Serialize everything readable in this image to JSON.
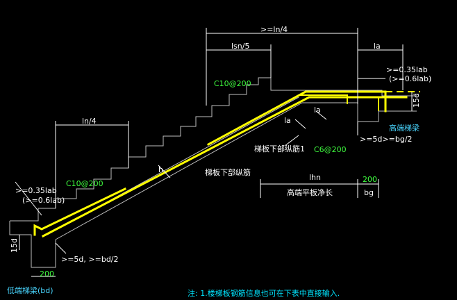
{
  "labels": {
    "ln_quarter_top": ">=ln/4",
    "lsn_fifth": "lsn/5",
    "la_top": "la",
    "anchor_high_1": ">=0.35lab",
    "anchor_high_2": "(>=0.6lab)",
    "c10_top": "C10@200",
    "ln_quarter_left": "ln/4",
    "la_mid_1": "la",
    "la_mid_2": "la",
    "high_beam": "高端梯梁",
    "ge5d_bg2": ">=5d>=bg/2",
    "bottom_rebar_1": "梯板下部纵筋1",
    "c6": "C6@200",
    "h": "h",
    "bottom_rebar": "梯板下部纵筋",
    "anchor_low_1": ">=0.35lab",
    "anchor_low_2": "(>=0.6lab)",
    "c10_left": "C10@200",
    "lhn": "lhn",
    "bg_val": "200",
    "high_slab_clear": "高端平板净长",
    "bg": "bg",
    "d15_right": "15d",
    "d15_left": "15d",
    "ge5d_bd2": ">=5d, >=bd/2",
    "bd_val": "200",
    "low_beam": "低端梯梁(bd)",
    "note": "注: 1.楼梯板钢筋信息也可在下表中直接输入."
  },
  "colors": {
    "background": "#000000",
    "dimension": "#ffffff",
    "rebar": "#ffff00",
    "outline": "#bfbfbf",
    "value_text": "#3fff3f",
    "beam_text": "#49d6ff",
    "note_text": "#00e5ff"
  }
}
